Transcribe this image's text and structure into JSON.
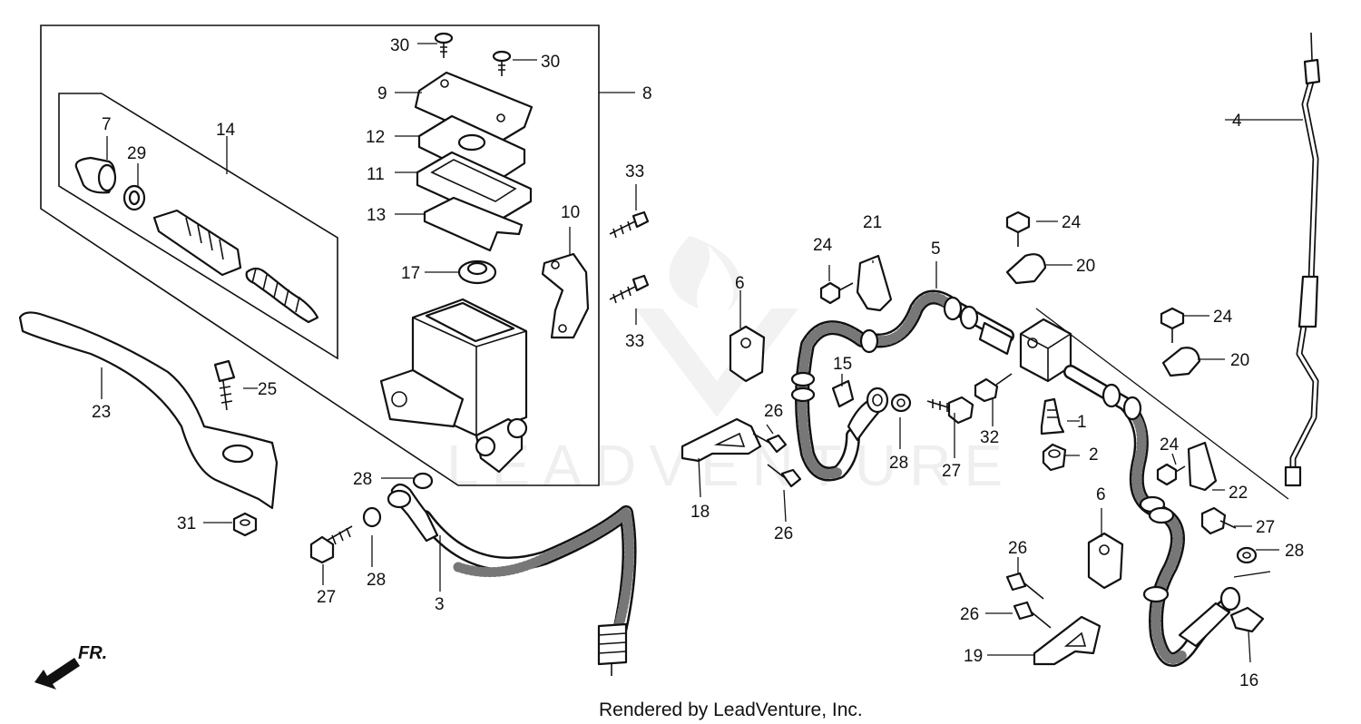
{
  "diagram": {
    "credit": "Rendered by LeadVenture, Inc.",
    "watermark": "LEADVENTURE",
    "direction_label": "FR.",
    "callouts": {
      "c1": "1",
      "c2": "2",
      "c3": "3",
      "c4": "4",
      "c5": "5",
      "c6a": "6",
      "c6b": "6",
      "c7": "7",
      "c8": "8",
      "c9": "9",
      "c10": "10",
      "c11": "11",
      "c12": "12",
      "c13": "13",
      "c14": "14",
      "c15": "15",
      "c16": "16",
      "c17": "17",
      "c18": "18",
      "c19": "19",
      "c20a": "20",
      "c20b": "20",
      "c21": "21",
      "c22": "22",
      "c23": "23",
      "c24a": "24",
      "c24b": "24",
      "c24c": "24",
      "c24d": "24",
      "c25": "25",
      "c26a": "26",
      "c26b": "26",
      "c26c": "26",
      "c26d": "26",
      "c27a": "27",
      "c27b": "27",
      "c27c": "27",
      "c28a": "28",
      "c28b": "28",
      "c28c": "28",
      "c28d": "28",
      "c29": "29",
      "c30a": "30",
      "c30b": "30",
      "c31": "31",
      "c32": "32",
      "c33a": "33",
      "c33b": "33"
    }
  }
}
